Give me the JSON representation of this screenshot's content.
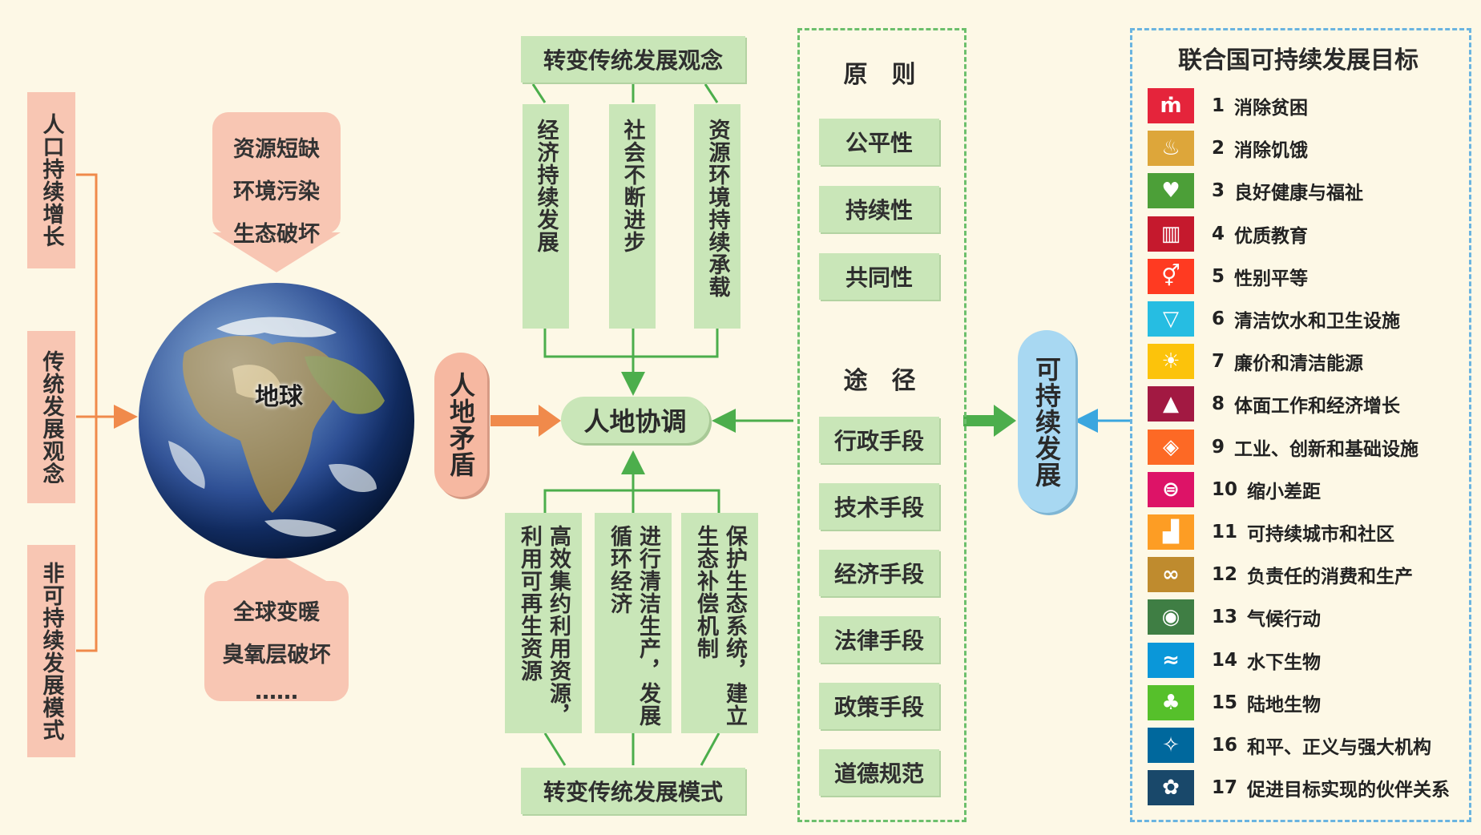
{
  "left_factors": [
    "人口持续增长",
    "传统发展观念",
    "非可持续发展模式"
  ],
  "earth_label": "地球",
  "problems_top": [
    "资源短缺",
    "环境污染",
    "生态破坏"
  ],
  "problems_bottom": [
    "全球变暖",
    "臭氧层破坏",
    "……"
  ],
  "conflict_label": "人地矛盾",
  "coordination_label": "人地协调",
  "top_title": "转变传统发展观念",
  "top_items": [
    "经济持续发展",
    "社会不断进步",
    "资源环境持续承载"
  ],
  "bottom_title": "转变传统发展模式",
  "bottom_items": [
    "高效集约利用资源，利用可再生资源",
    "进行清洁生产，发展循环经济",
    "保护生态系统，建立生态补偿机制"
  ],
  "principles_title": "原　则",
  "principles": [
    "公平性",
    "持续性",
    "共同性"
  ],
  "approaches_title": "途　径",
  "approaches": [
    "行政手段",
    "技术手段",
    "经济手段",
    "法律手段",
    "政策手段",
    "道德规范"
  ],
  "sustainable_label": "可持续发展",
  "sdg_title": "联合国可持续发展目标",
  "sdgs": [
    {
      "num": "1",
      "label": "消除贫困",
      "color": "#e5243b",
      "icon": "people-icon",
      "glyph": "ṁ"
    },
    {
      "num": "2",
      "label": "消除饥饿",
      "color": "#dda63a",
      "icon": "bowl-icon",
      "glyph": "♨"
    },
    {
      "num": "3",
      "label": "良好健康与福祉",
      "color": "#4c9f38",
      "icon": "heartbeat-icon",
      "glyph": "♥"
    },
    {
      "num": "4",
      "label": "优质教育",
      "color": "#c5192d",
      "icon": "book-icon",
      "glyph": "▥"
    },
    {
      "num": "5",
      "label": "性别平等",
      "color": "#ff3a21",
      "icon": "gender-icon",
      "glyph": "⚥"
    },
    {
      "num": "6",
      "label": "清洁饮水和卫生设施",
      "color": "#26bde2",
      "icon": "water-icon",
      "glyph": "▽"
    },
    {
      "num": "7",
      "label": "廉价和清洁能源",
      "color": "#fcc30b",
      "icon": "sun-icon",
      "glyph": "☀"
    },
    {
      "num": "8",
      "label": "体面工作和经济增长",
      "color": "#a21942",
      "icon": "growth-chart-icon",
      "glyph": "▲"
    },
    {
      "num": "9",
      "label": "工业、创新和基础设施",
      "color": "#fd6925",
      "icon": "cubes-icon",
      "glyph": "◈"
    },
    {
      "num": "10",
      "label": "缩小差距",
      "color": "#dd1367",
      "icon": "equality-icon",
      "glyph": "⊜"
    },
    {
      "num": "11",
      "label": "可持续城市和社区",
      "color": "#fd9d24",
      "icon": "city-icon",
      "glyph": "▟"
    },
    {
      "num": "12",
      "label": "负责任的消费和生产",
      "color": "#bf8b2e",
      "icon": "infinity-icon",
      "glyph": "∞"
    },
    {
      "num": "13",
      "label": "气候行动",
      "color": "#3f7e44",
      "icon": "eye-globe-icon",
      "glyph": "◉"
    },
    {
      "num": "14",
      "label": "水下生物",
      "color": "#0a97d9",
      "icon": "fish-icon",
      "glyph": "≈"
    },
    {
      "num": "15",
      "label": "陆地生物",
      "color": "#56c02b",
      "icon": "tree-icon",
      "glyph": "♣"
    },
    {
      "num": "16",
      "label": "和平、正义与强大机构",
      "color": "#00689d",
      "icon": "dove-icon",
      "glyph": "✧"
    },
    {
      "num": "17",
      "label": "促进目标实现的伙伴关系",
      "color": "#19486a",
      "icon": "flower-icon",
      "glyph": "✿"
    }
  ]
}
